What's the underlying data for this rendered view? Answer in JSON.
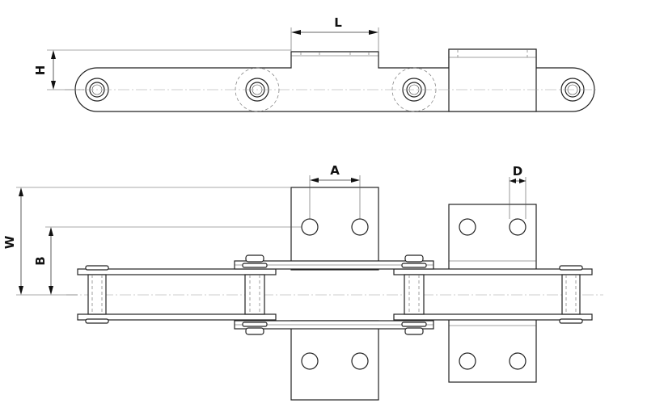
{
  "dimension_labels": {
    "L": "L",
    "H": "H",
    "A": "A",
    "D": "D",
    "W": "W",
    "B": "B"
  }
}
